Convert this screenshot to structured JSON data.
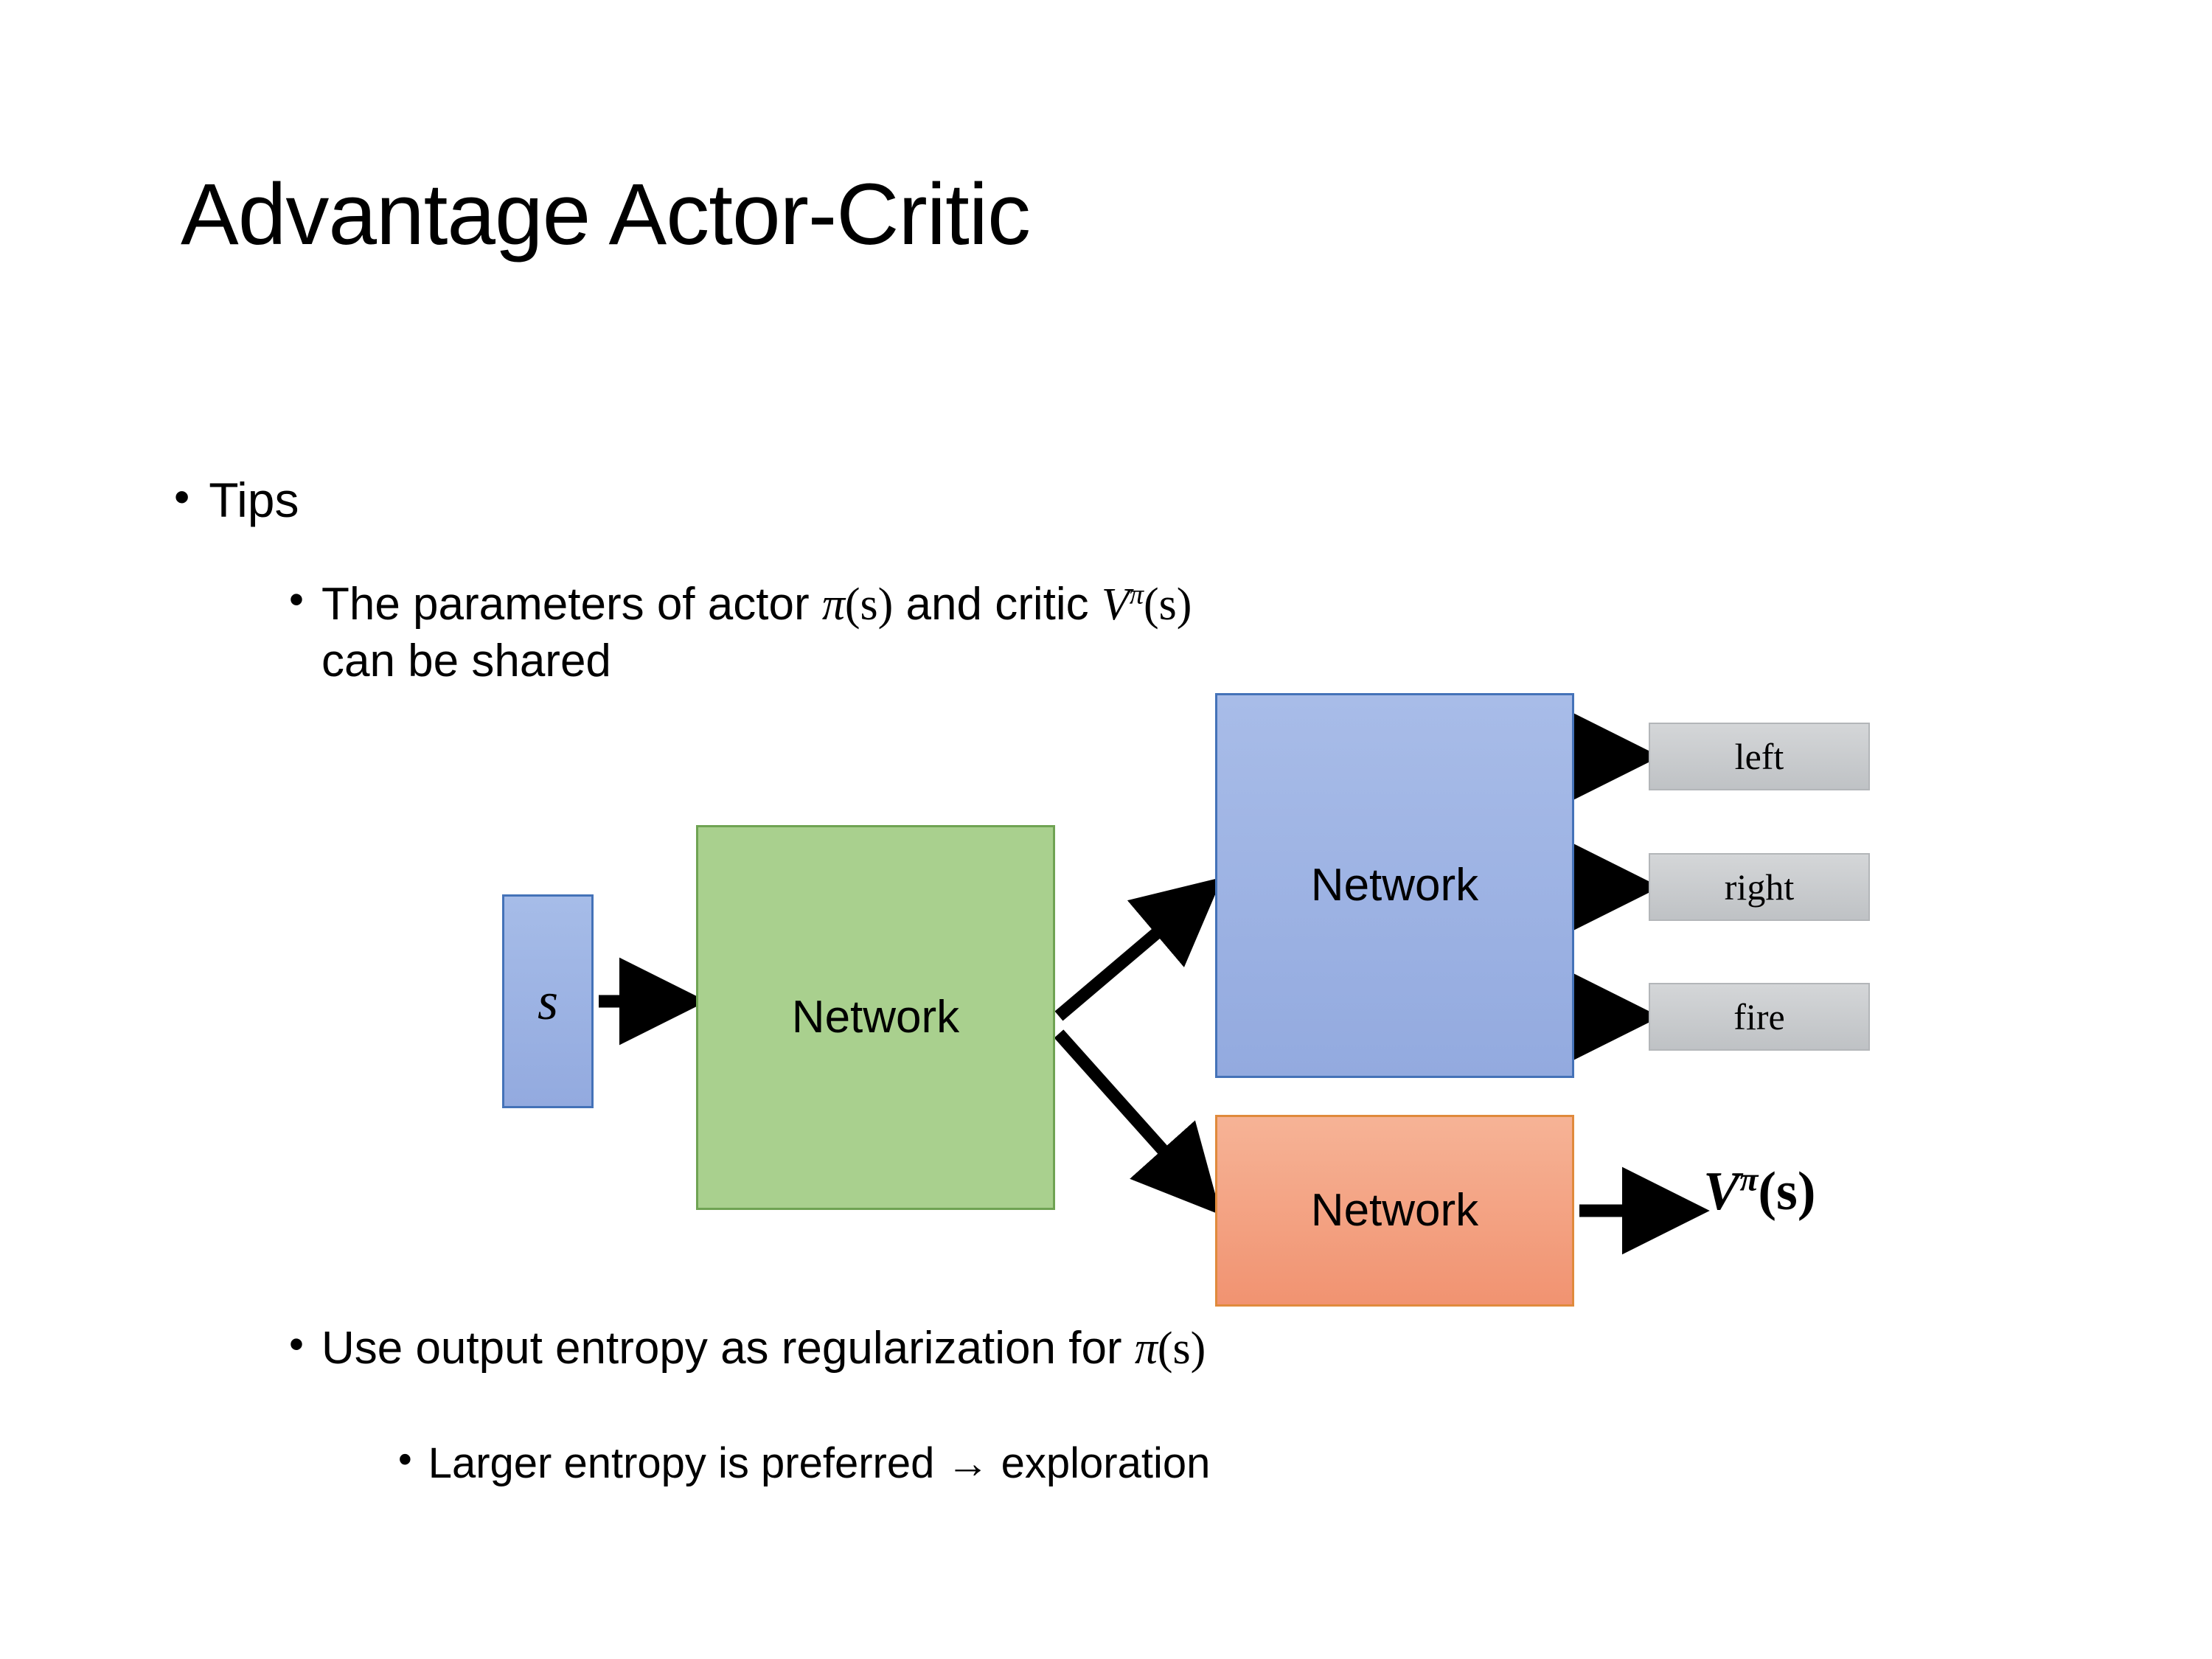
{
  "slide": {
    "title": "Advantage Actor-Critic",
    "background_color": "#FFFFFF"
  },
  "bullets": {
    "level1_tips": "Tips",
    "level2_shared": {
      "prefix": "The parameters of actor ",
      "actor_pi": "π",
      "actor_arg": "(s)",
      "middle": "  and critic ",
      "critic_V": "V",
      "critic_sup": "π",
      "critic_arg": "(s)",
      "continuation": "can be shared",
      "plain": "The parameters of actor π(s)  and critic Vπ(s) can be shared"
    },
    "level2_entropy": {
      "prefix": "Use output entropy as regularization for ",
      "pi": "π",
      "arg": "(s)",
      "plain": "Use output entropy as regularization for π(s)"
    },
    "level3_larger": "Larger entropy is preferred → exploration"
  },
  "diagram": {
    "state_box": {
      "label": "s",
      "fill": "#9DB4E3",
      "border": "#4472B8"
    },
    "shared_network": {
      "label": "Network",
      "fill": "#A9D08E",
      "border": "#6FA353"
    },
    "actor_network": {
      "label": "Network",
      "fill": "#9DB4E3",
      "border": "#4472B8"
    },
    "critic_network": {
      "label": "Network",
      "fill": "#F4A882",
      "border": "#E08A3C"
    },
    "actions": [
      {
        "label": "left",
        "fill": "#C8CBCE"
      },
      {
        "label": "right",
        "fill": "#C8CBCE"
      },
      {
        "label": "fire",
        "fill": "#C8CBCE"
      }
    ],
    "value_output": {
      "V": "V",
      "sup": "π",
      "arg": "(s)",
      "plain": "Vπ(s)"
    },
    "arrow_color": "#000000",
    "arrow_names": [
      "state-to-shared-network-arrow",
      "shared-to-actor-network-arrow",
      "shared-to-critic-network-arrow",
      "actor-to-left-arrow",
      "actor-to-right-arrow",
      "actor-to-fire-arrow",
      "critic-to-value-arrow"
    ]
  }
}
